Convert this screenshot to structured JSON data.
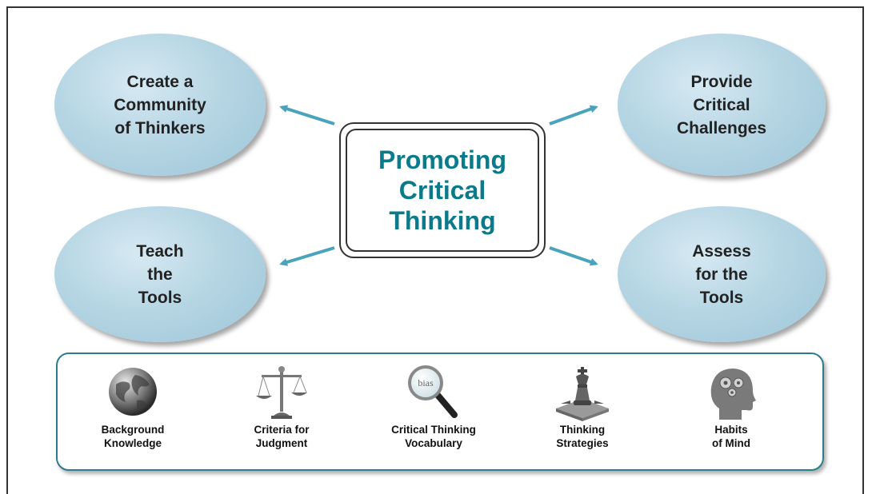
{
  "center": {
    "title": "Promoting\nCritical\nThinking"
  },
  "bubbles": {
    "community": "Create a\nCommunity\nof Thinkers",
    "challenges": "Provide\nCritical\nChallenges",
    "teach": "Teach\nthe\nTools",
    "assess": "Assess\nfor the\nTools"
  },
  "tools": [
    {
      "label": "Background\nKnowledge",
      "icon": "globe-icon"
    },
    {
      "label": "Criteria for\nJudgment",
      "icon": "scales-icon"
    },
    {
      "label": "Critical Thinking\nVocabulary",
      "icon": "magnifier-icon",
      "icon_text": "bias"
    },
    {
      "label": "Thinking\nStrategies",
      "icon": "chess-king-icon"
    },
    {
      "label": "Habits\nof Mind",
      "icon": "head-gears-icon"
    }
  ],
  "colors": {
    "bubble": "#b7d6e4",
    "accent": "#0b7a8a",
    "arrow": "#4aa3bd",
    "border": "#2a7d8c"
  }
}
